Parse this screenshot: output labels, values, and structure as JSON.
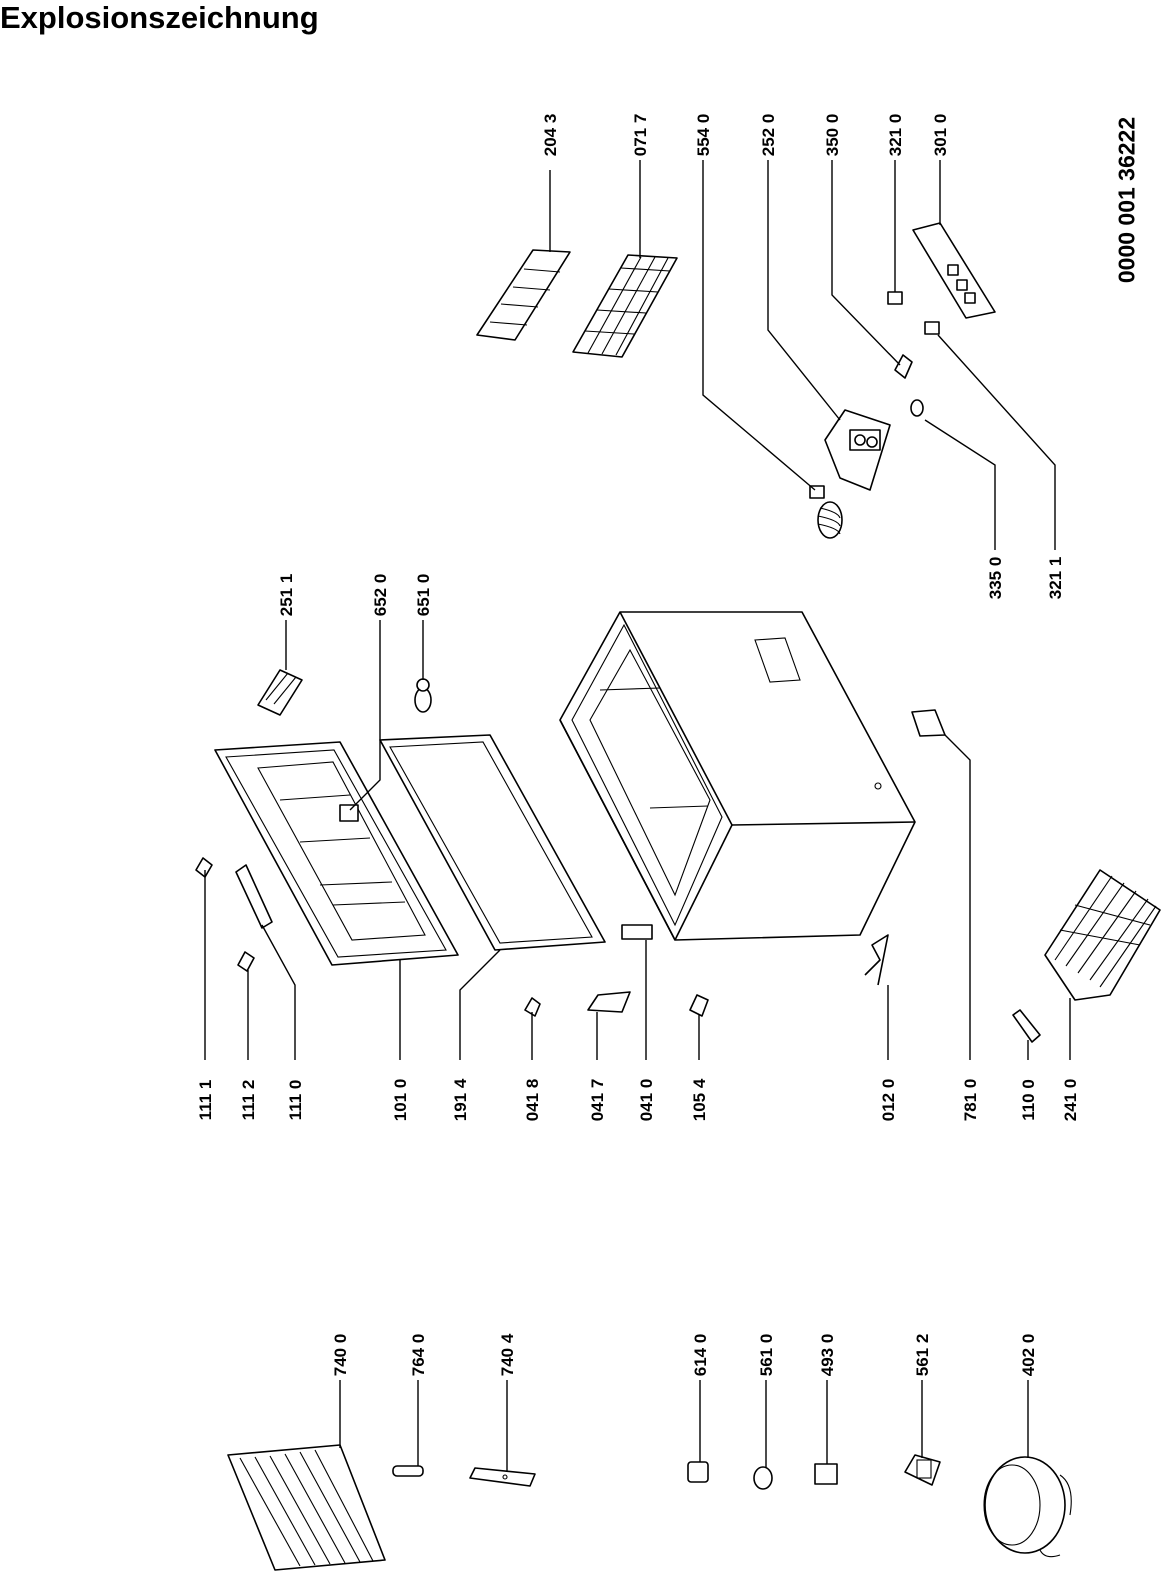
{
  "page": {
    "title": "Explosionszeichnung",
    "document_number": "0000 001 36222"
  },
  "labels": {
    "l2043": "204 3",
    "l0717": "071 7",
    "l5540": "554 0",
    "l2520": "252 0",
    "l3500": "350 0",
    "l3210": "321 0",
    "l3010": "301 0",
    "l3350": "335 0",
    "l3211": "321 1",
    "l2511": "251 1",
    "l6520": "652 0",
    "l6510": "651 0",
    "l1111": "111 1",
    "l1112": "111 2",
    "l1110": "111 0",
    "l1010": "101 0",
    "l1914": "191 4",
    "l0418": "041 8",
    "l0417": "041 7",
    "l0410": "041 0",
    "l1054": "105 4",
    "l0120": "012 0",
    "l7810": "781 0",
    "l1100": "110 0",
    "l2410": "241 0",
    "l7400": "740 0",
    "l7640": "764 0",
    "l7404": "740 4",
    "l6140": "614 0",
    "l5610": "561 0",
    "l4930": "493 0",
    "l5612": "561 2",
    "l4020": "402 0"
  }
}
